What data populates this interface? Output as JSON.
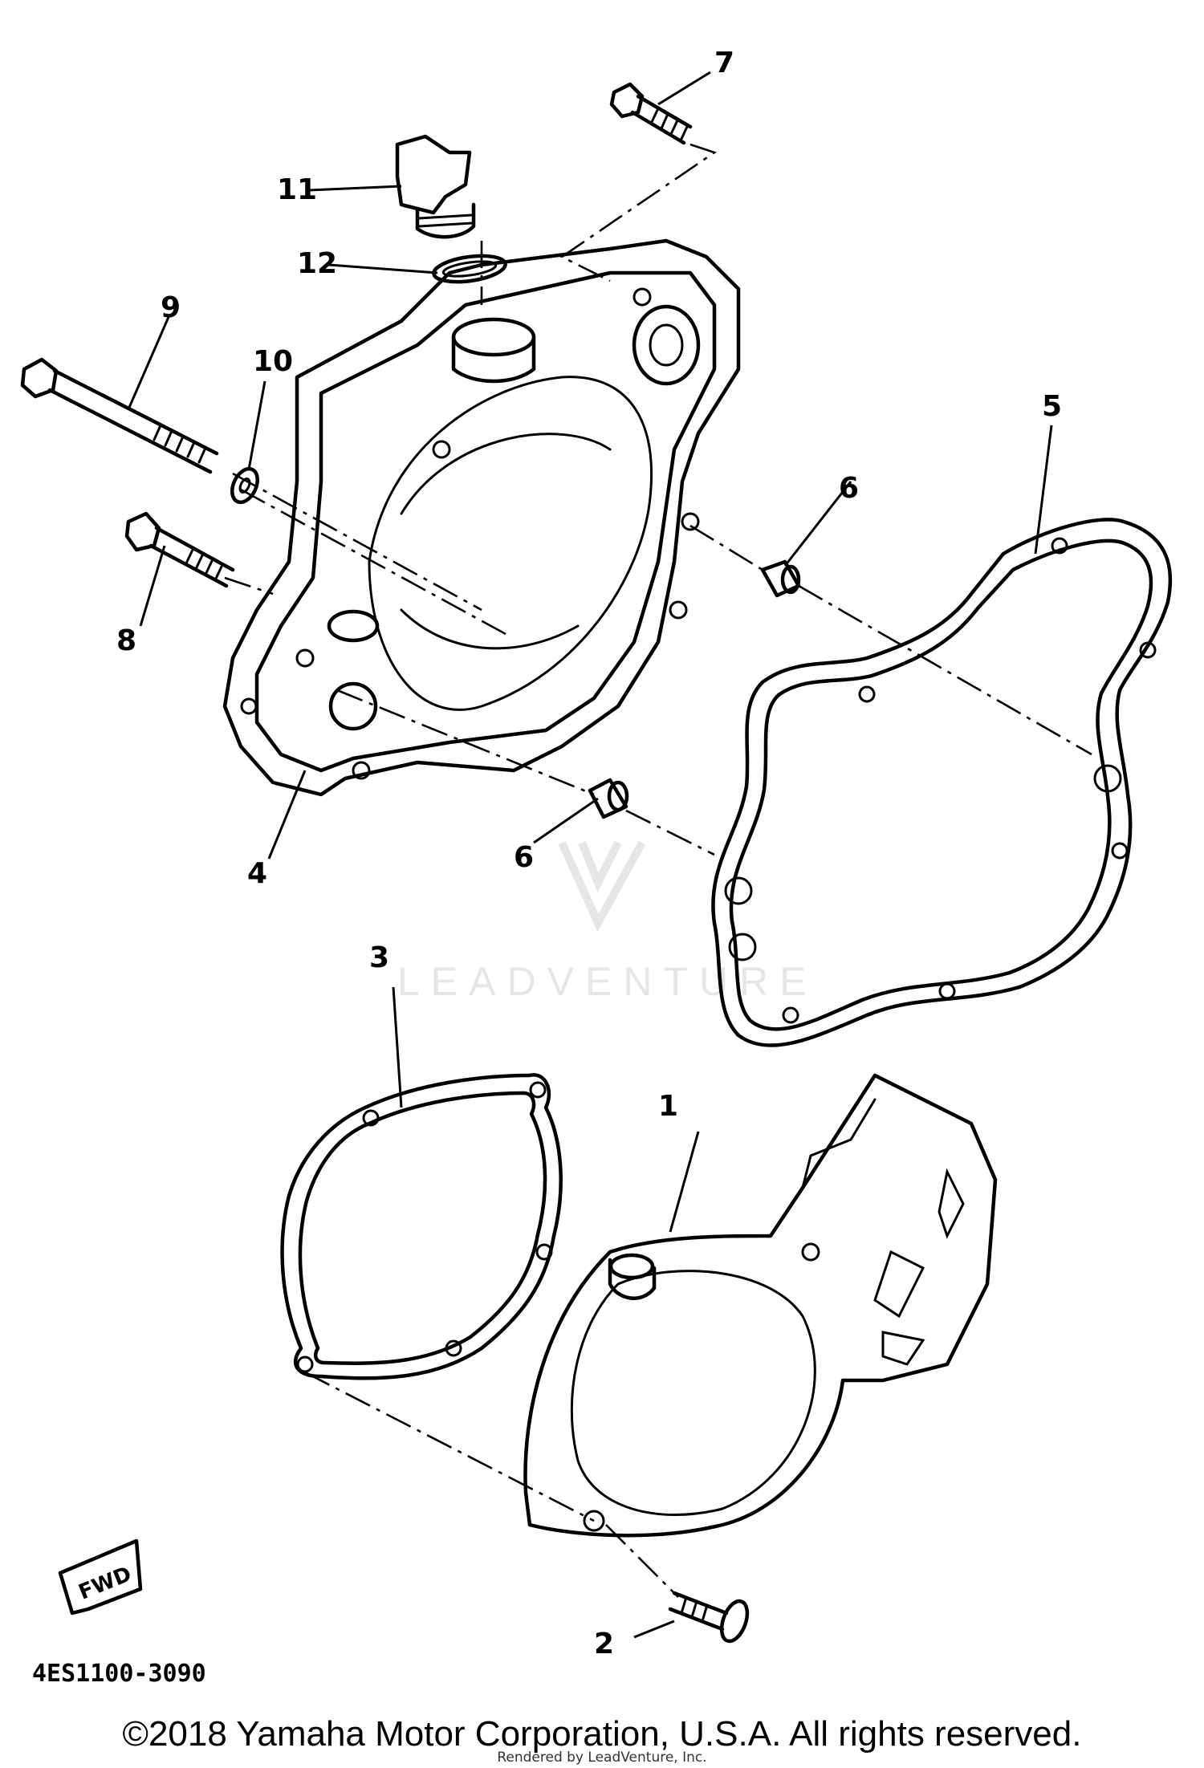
{
  "callouts": [
    "1",
    "2",
    "3",
    "4",
    "5",
    "6",
    "6",
    "7",
    "8",
    "9",
    "10",
    "11",
    "12"
  ],
  "watermark": "LEADVENTURE",
  "direction_mark": "FWD",
  "diagram_code": "4ES1100-3090",
  "copyright": "©2018 Yamaha Motor Corporation, U.S.A. All rights reserved.",
  "rendered_by": "Rendered by LeadVenture, Inc."
}
